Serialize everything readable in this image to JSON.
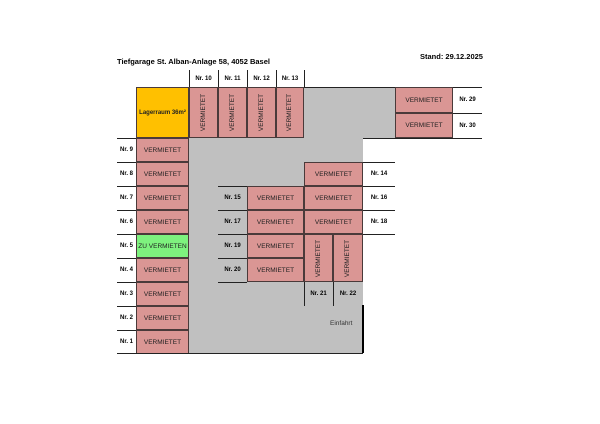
{
  "header": {
    "title": "Tiefgarage St. Alban-Anlage 58, 4052 Basel",
    "date": "Stand: 29.12.2025"
  },
  "colors": {
    "rented": "#da9694",
    "available": "#7ef27e",
    "storage": "#ffc000",
    "driveway": "#c0c0c0"
  },
  "storage": {
    "label": "Lagerraum 36m²"
  },
  "entrance": {
    "label": "Einfahrt"
  },
  "top_spots": [
    {
      "nr": "Nr. 10",
      "status": "VERMIETET"
    },
    {
      "nr": "Nr. 11",
      "status": "VERMIETET"
    },
    {
      "nr": "Nr. 12",
      "status": "VERMIETET"
    },
    {
      "nr": "Nr. 13",
      "status": "VERMIETET"
    }
  ],
  "right_top_spots": [
    {
      "nr": "Nr. 29",
      "status": "VERMIETET"
    },
    {
      "nr": "Nr. 30",
      "status": "VERMIETET"
    }
  ],
  "left_spots": [
    {
      "nr": "Nr. 9",
      "status": "VERMIETET"
    },
    {
      "nr": "Nr. 8",
      "status": "VERMIETET"
    },
    {
      "nr": "Nr. 7",
      "status": "VERMIETET"
    },
    {
      "nr": "Nr. 6",
      "status": "VERMIETET"
    },
    {
      "nr": "Nr. 5",
      "status": "ZU VERMIETEN"
    },
    {
      "nr": "Nr. 4",
      "status": "VERMIETET"
    },
    {
      "nr": "Nr. 3",
      "status": "VERMIETET"
    },
    {
      "nr": "Nr. 2",
      "status": "VERMIETET"
    },
    {
      "nr": "Nr. 1",
      "status": "VERMIETET"
    }
  ],
  "middle_spots": [
    {
      "nr": "Nr. 15",
      "status": "VERMIETET"
    },
    {
      "nr": "Nr. 17",
      "status": "VERMIETET"
    },
    {
      "nr": "Nr. 19",
      "status": "VERMIETET"
    },
    {
      "nr": "Nr. 20",
      "status": "VERMIETET"
    }
  ],
  "right_spots": [
    {
      "nr": "Nr. 14",
      "status": "VERMIETET"
    },
    {
      "nr": "Nr. 16",
      "status": "VERMIETET"
    },
    {
      "nr": "Nr. 18",
      "status": "VERMIETET"
    }
  ],
  "bottom_vertical_spots": [
    {
      "nr": "Nr. 21",
      "status": "VERMIETET"
    },
    {
      "nr": "Nr. 22",
      "status": "VERMIETET"
    }
  ]
}
